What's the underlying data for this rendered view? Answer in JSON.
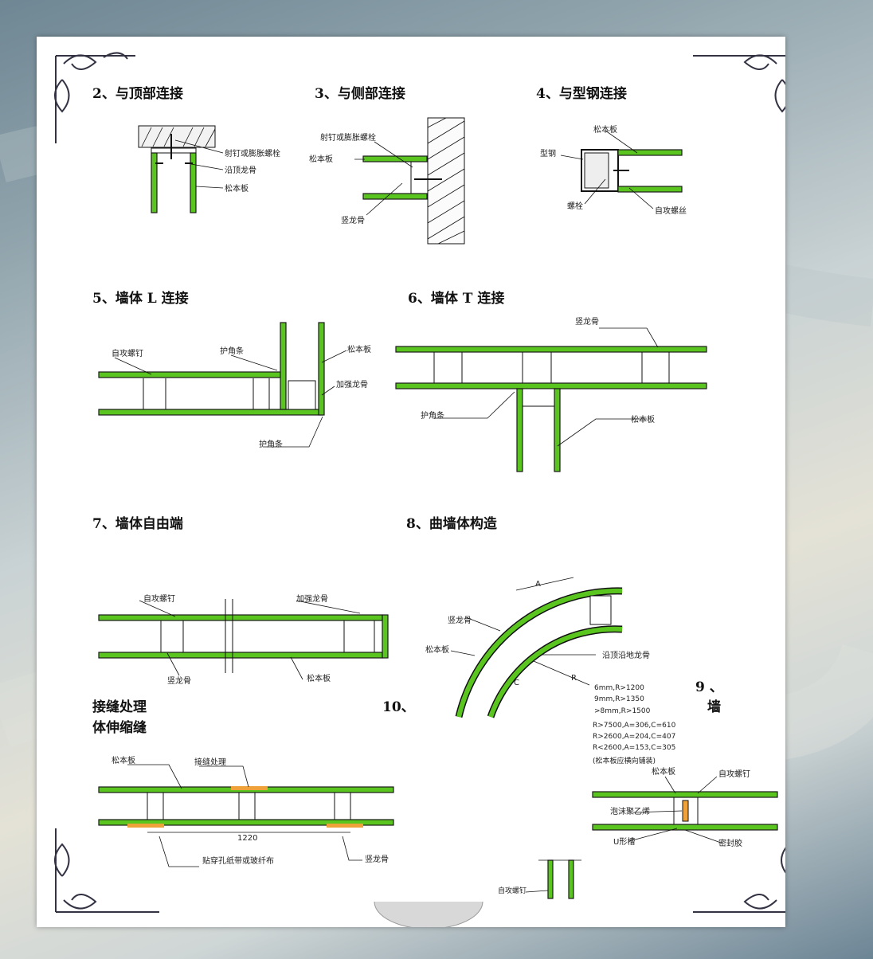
{
  "titles": {
    "t2": "2、与顶部连接",
    "t3": "3、与侧部连接",
    "t4": "4、与型钢连接",
    "t5": "5、墙体 L 连接",
    "t6": "6、墙体 T 连接",
    "t7": "7、墙体自由端",
    "t8": "8、曲墙体构造",
    "t9a": "9 、",
    "t9b": "墙",
    "t10": "10、",
    "joint": "接缝处理",
    "expand": "体伸缩缝"
  },
  "labels": {
    "d2": [
      "射钉或膨胀螺栓",
      "沿顶龙骨",
      "松本板"
    ],
    "d3": [
      "射钉或膨胀螺栓",
      "松本板",
      "竖龙骨"
    ],
    "d4": [
      "松本板",
      "型钢",
      "螺栓",
      "自攻螺丝"
    ],
    "d5": [
      "自攻螺钉",
      "护角条",
      "松本板",
      "加强龙骨",
      "护角条"
    ],
    "d6": [
      "竖龙骨",
      "护角条",
      "松本板"
    ],
    "d7": [
      "自攻螺钉",
      "加强龙骨",
      "竖龙骨",
      "松本板"
    ],
    "d8": [
      "竖龙骨",
      "松本板",
      "沿顶沿地龙骨",
      "A",
      "C",
      "R"
    ],
    "d8_notes": [
      "6mm,R>1200",
      "9mm,R>1350",
      ">8mm,R>1500",
      "R>7500,A=306,C=610",
      "R>2600,A=204,C=407",
      "R<2600,A=153,C=305",
      "(松本板应横向铺装)"
    ],
    "d9": [
      "松本板",
      "自攻螺钉",
      "泡沫聚乙烯",
      "U形槽",
      "密封胶"
    ],
    "d10": [
      "松本板",
      "接缝处理",
      "1220",
      "贴穿孔纸带或玻纤布",
      "竖龙骨"
    ],
    "d11": [
      "自攻螺钉"
    ]
  },
  "colors": {
    "board": "#5ac51e",
    "sealant": "#f0a23a",
    "paper": "#ffffff"
  }
}
